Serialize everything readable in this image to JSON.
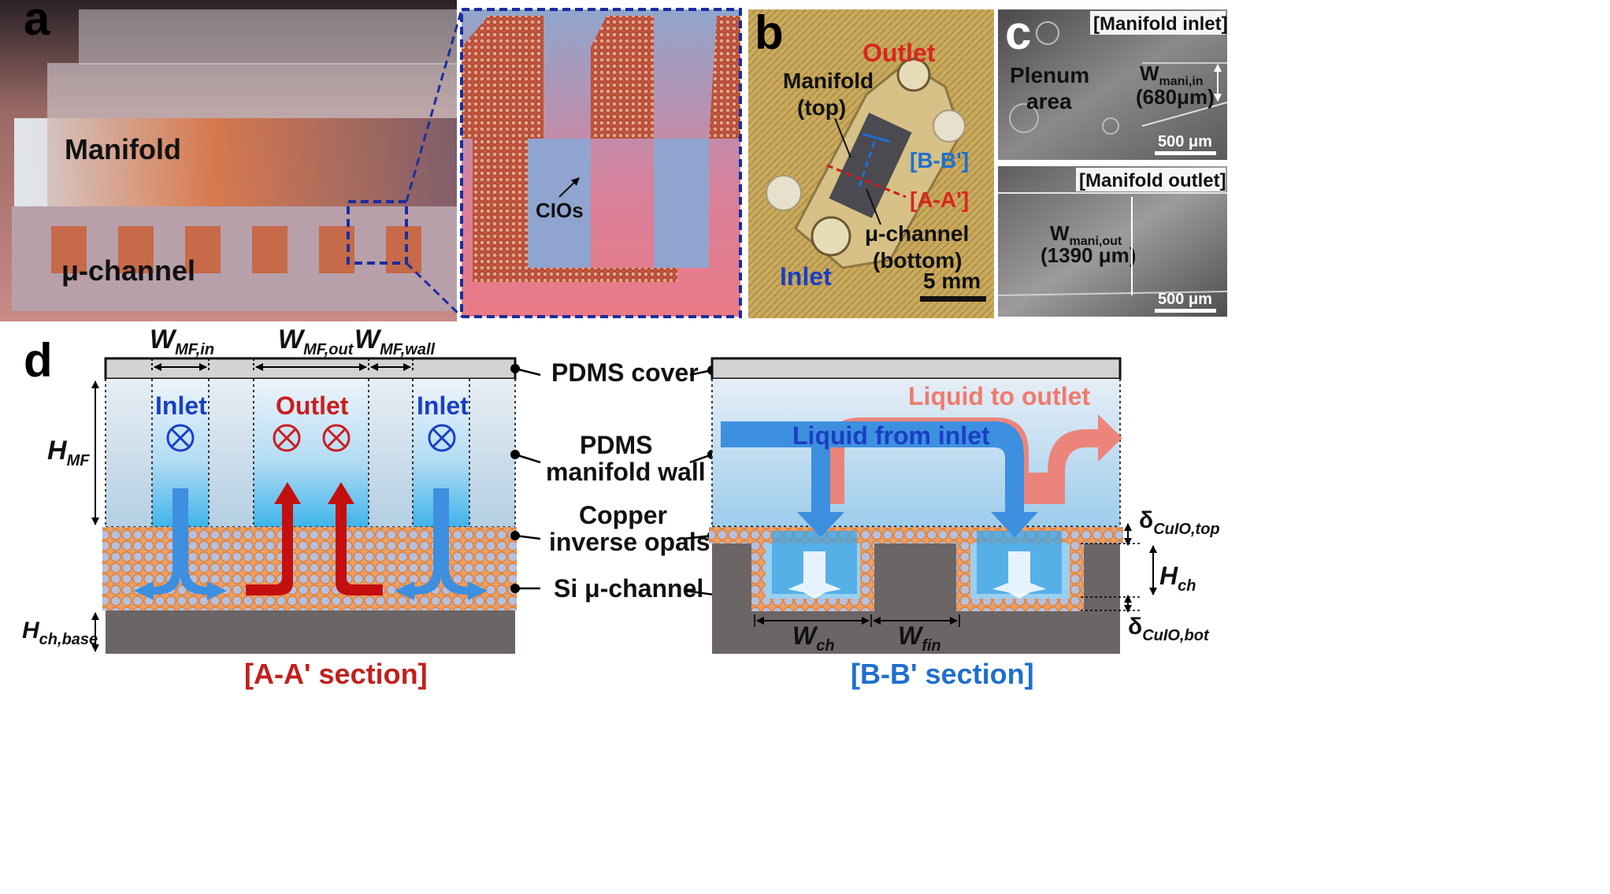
{
  "panels": {
    "a": "a",
    "b": "b",
    "c": "c",
    "d": "d"
  },
  "panel_a": {
    "manifold": "Manifold",
    "uchannel": "μ-channel",
    "cios": "CIOs"
  },
  "panel_b": {
    "outlet": "Outlet",
    "manifold_l1": "Manifold",
    "manifold_l2": "(top)",
    "bb": "[B-B']",
    "aa": "[A-A']",
    "uch_l1": "μ-channel",
    "uch_l2": "(bottom)",
    "inlet": "Inlet",
    "scale": "5 mm"
  },
  "panel_c": {
    "top": {
      "tag": "[Manifold inlet]",
      "plenum_l1": "Plenum",
      "plenum_l2": "area",
      "w_main": "W",
      "w_sub": "mani,in",
      "w_val": "(680μm)",
      "scale": "500 μm"
    },
    "bottom": {
      "tag": "[Manifold outlet]",
      "w_main": "W",
      "w_sub": "mani,out",
      "w_val": "(1390 μm)",
      "scale": "500 μm"
    }
  },
  "panel_d": {
    "w_in_main": "W",
    "w_in_sub": "MF,in",
    "w_out_main": "W",
    "w_out_sub": "MF,out",
    "w_wall_main": "W",
    "w_wall_sub": "MF,wall",
    "h_mf_main": "H",
    "h_mf_sub": "MF",
    "h_base_main": "H",
    "h_base_sub": "ch,base",
    "inlet": "Inlet",
    "outlet": "Outlet",
    "pdms_cover": "PDMS cover",
    "pdms_wall_l1": "PDMS",
    "pdms_wall_l2": "manifold wall",
    "copper_l1": "Copper",
    "copper_l2": "inverse opals",
    "si": "Si μ-channel",
    "aa_section": "[A-A' section]",
    "bb_section": "[B-B' section]",
    "liquid_out": "Liquid to outlet",
    "liquid_in": "Liquid from inlet",
    "d_top_main": "δ",
    "d_top_sub": "CuIO,top",
    "h_ch_main": "H",
    "h_ch_sub": "ch",
    "d_bot_main": "δ",
    "d_bot_sub": "CuIO,bot",
    "w_ch_main": "W",
    "w_ch_sub": "ch",
    "w_fin_main": "W",
    "w_fin_sub": "fin"
  },
  "colors": {
    "inlet_blue": "#1a3fc4",
    "outlet_red": "#c81e1e",
    "section_red": "#c0201e",
    "section_blue": "#1e6fd0",
    "flow_blue": "#3d8fe0",
    "flow_red": "#c40f0f",
    "flow_salmon": "#f07a6e",
    "copper": "#e8893a",
    "silicon": "#6b6565"
  }
}
